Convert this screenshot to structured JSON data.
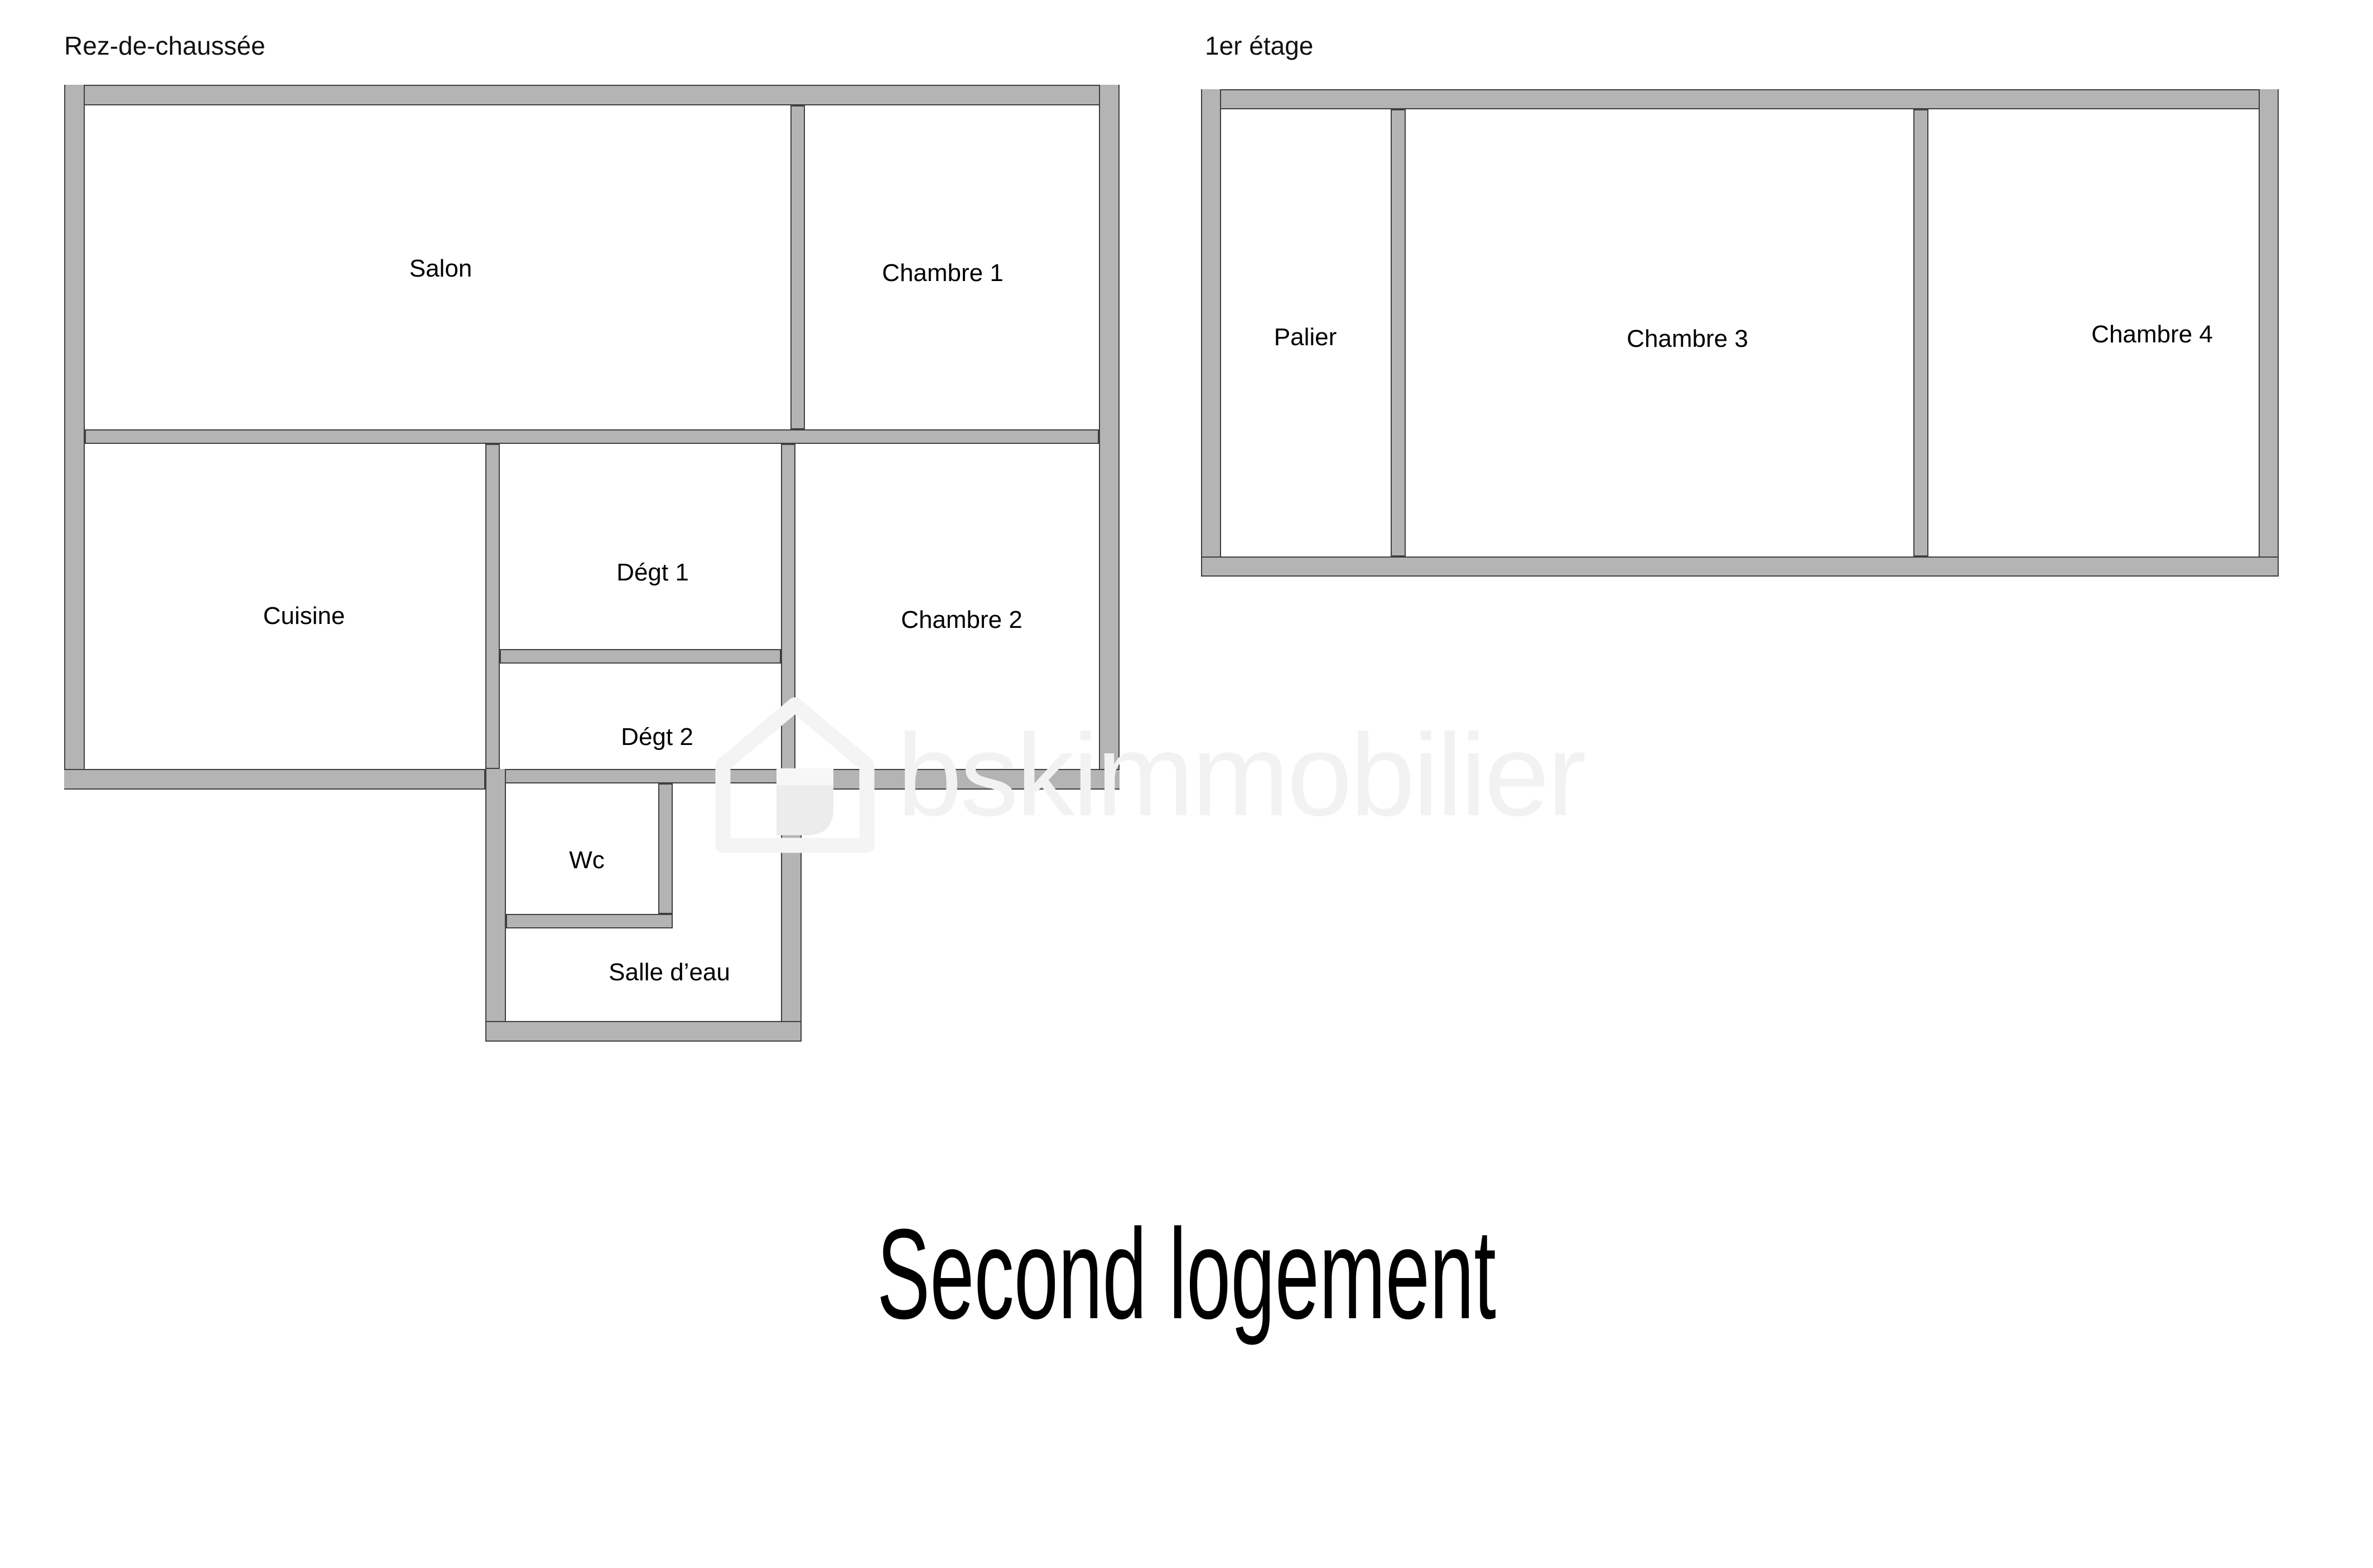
{
  "document": {
    "title": "Second logement"
  },
  "floors": [
    {
      "id": "ground-floor",
      "caption": "Rez-de-chaussée",
      "rooms": [
        {
          "name": "Salon",
          "label": "Salon"
        },
        {
          "name": "Chambre 1",
          "label": "Chambre 1"
        },
        {
          "name": "Cuisine",
          "label": "Cuisine"
        },
        {
          "name": "Dégt 1",
          "label": "Dégt 1"
        },
        {
          "name": "Chambre 2",
          "label": "Chambre 2"
        },
        {
          "name": "Dégt 2",
          "label": "Dégt 2"
        },
        {
          "name": "Wc",
          "label": "Wc"
        },
        {
          "name": "Salle d’eau",
          "label": "Salle d’eau"
        }
      ]
    },
    {
      "id": "first-floor",
      "caption": "1er étage",
      "rooms": [
        {
          "name": "Palier",
          "label": "Palier"
        },
        {
          "name": "Chambre 3",
          "label": "Chambre 3"
        },
        {
          "name": "Chambre 4",
          "label": "Chambre 4"
        }
      ]
    }
  ],
  "watermark": {
    "text": "bskimmobilier",
    "logo_icon": "house-logo-icon"
  },
  "colors": {
    "wall_fill": "#b4b4b4",
    "wall_outline": "#3f3f3f",
    "room_fill": "#ffffff",
    "text": "#000000",
    "watermark": "#f2f2f2"
  }
}
